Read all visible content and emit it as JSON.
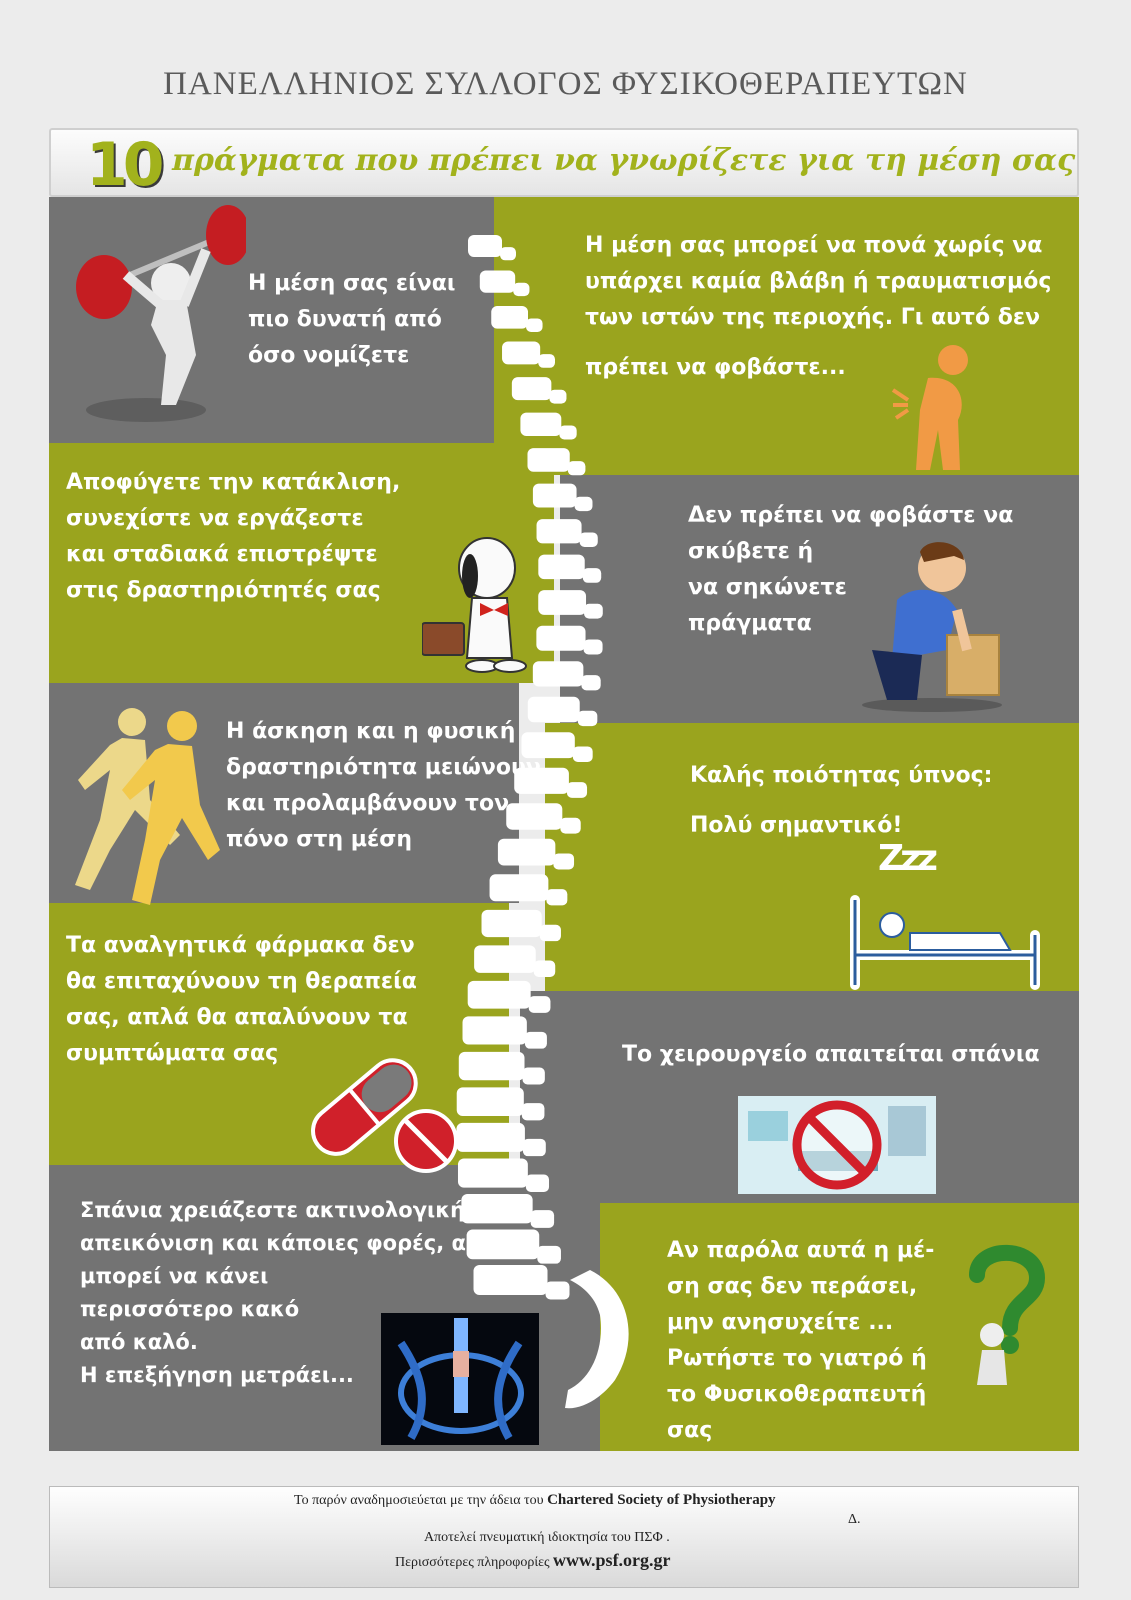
{
  "header": {
    "organization": "ΠΑΝΕΛΛΗΝΙΟΣ ΣΥΛΛΟΓΟΣ ΦΥΣΙΚΟΘΕΡΑΠΕΥΤΩΝ",
    "title_number": "10",
    "title_text": "πράγματα που πρέπει να γνωρίζετε για τη μέση σας"
  },
  "tips": [
    {
      "text": "Η μέση σας είναι\nπιο δυνατή από\nόσο νομίζετε",
      "icon": "weightlifter-icon"
    },
    {
      "text": "Η μέση σας μπορεί να πονά χωρίς να\nυπάρχει καμία βλάβη ή τραυματισμός\nτων ιστών της περιοχής.  Γι αυτό δεν",
      "text2": "πρέπει να φοβάστε...",
      "icon": "back-pain-figure-icon"
    },
    {
      "text": "Αποφύγετε την κατάκλιση,\nσυνεχίστε να εργάζεστε\nκαι σταδιακά επιστρέψτε\nστις δραστηριότητές σας",
      "icon": "dog-with-briefcase-icon"
    },
    {
      "text": "Δεν πρέπει να φοβάστε να\nσκύβετε ή\nνα σηκώνετε\nπράγματα",
      "icon": "person-lifting-box-icon"
    },
    {
      "text": "Η άσκηση και η φυσική\nδραστηριότητα μειώνουν\nκαι προλαμβάνουν τον\nπόνο στη μέση",
      "icon": "runners-icon"
    },
    {
      "text": "Καλής ποιότητας ύπνος:",
      "text2": "Πολύ σημαντικό!",
      "icon": "sleep-bed-icon",
      "sleep_letters": "Zzz"
    },
    {
      "text": "Τα αναλγητικά φάρμακα δεν\nθα επιταχύνουν τη θεραπεία\nσας, απλά θα απαλύνουν τα\nσυμπτώματα σας",
      "icon": "pill-icon"
    },
    {
      "text": "Το χειρουργείο απαιτείται σπάνια",
      "icon": "no-surgery-icon"
    },
    {
      "text": "Σπάνια χρειάζεστε ακτινολογική\nαπεικόνιση και κάποιες φορές, αυτή\nμπορεί να κάνει\nπερισσότερο κακό\nαπό καλό.\nΗ  επεξήγηση μετράει...",
      "icon": "spine-xray-icon"
    },
    {
      "text": "Αν παρόλα αυτά η μέ-\nση σας δεν περάσει,\nμην ανησυχείτε ...\nΡωτήστε το γιατρό ή\nτο Φυσικοθεραπευτή\nσας",
      "icon": "question-mark-figure-icon"
    }
  ],
  "footer": {
    "line1_prefix": "Το παρόν αναδημοσιεύεται με την άδεια του",
    "line1_org": "Chartered Society of Physiotherapy",
    "stray_mark": "Δ.",
    "line2": "Αποτελεί  πνευματική ιδιοκτησία του ΠΣΦ .",
    "line3_prefix": "Περισσότερες πληροφορίες",
    "website": "www.psf.org.gr"
  },
  "colors": {
    "olive": "#9aa41e",
    "gray": "#737373",
    "title_green": "#a2b21c",
    "background": "#ececec"
  }
}
